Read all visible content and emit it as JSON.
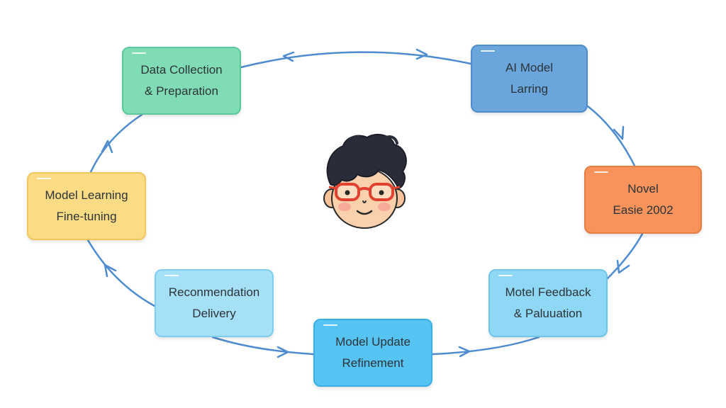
{
  "nodes": {
    "data_collection": {
      "line1": "Data Collection",
      "line2": "& Preparation"
    },
    "ai_model": {
      "line1": "AI Model",
      "line2": "Larring"
    },
    "novel": {
      "line1": "Novel",
      "line2": "Easie 2002"
    },
    "feedback": {
      "line1": "Motel Feedback",
      "line2": "& Paluuation"
    },
    "update": {
      "line1": "Model Update",
      "line2": "Refinement"
    },
    "recommendation": {
      "line1": "Reconmendation",
      "line2": "Delivery"
    },
    "fine_tuning": {
      "line1": "Model Learning",
      "line2": "Fine-tuning"
    }
  },
  "colors": {
    "arrow": "#4e8ccf",
    "data_collection": "#7fdcb4",
    "ai_model": "#6aa6db",
    "novel": "#f7935b",
    "feedback": "#8fd8f5",
    "update": "#56c4f2",
    "recommendation": "#a5e0f7",
    "fine_tuning": "#fbdb84"
  },
  "center_icon": "person-with-glasses-icon"
}
